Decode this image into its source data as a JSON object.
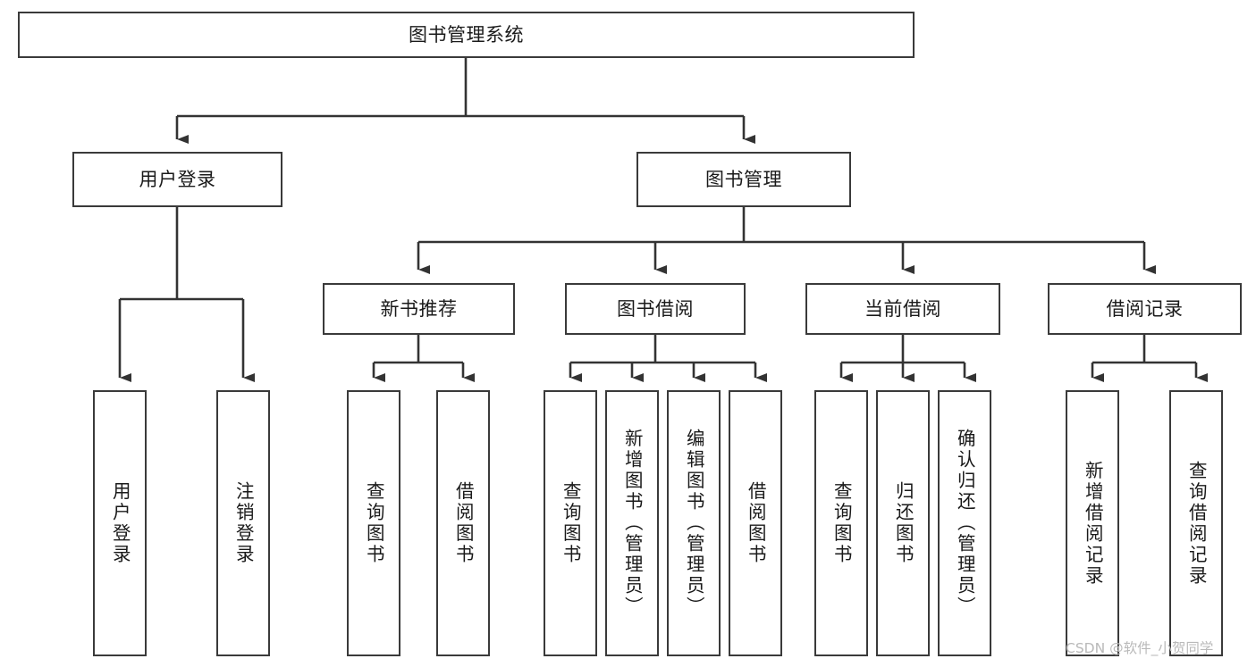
{
  "diagram": {
    "title": "图书管理系统",
    "type": "functional-structure-tree",
    "orientation": "top-down",
    "watermark": "CSDN @软件_小贺同学",
    "colors": {
      "background": "#ffffff",
      "box_border": "#3a3a3a",
      "box_fill": "#ffffff",
      "text": "#1a1a1a",
      "connector": "#333333",
      "watermark": "#b9b9b9"
    },
    "levels": {
      "level1": [
        "图书管理系统"
      ],
      "level2": [
        "用户登录",
        "图书管理"
      ],
      "level3": [
        "新书推荐",
        "图书借阅",
        "当前借阅",
        "借阅记录"
      ],
      "level4_leaves": [
        "用户登录",
        "注销登录",
        "查询图书",
        "借阅图书",
        "查询图书",
        "新增图书（管理员）",
        "编辑图书（管理员）",
        "借阅图书",
        "查询图书",
        "归还图书",
        "确认归还（管理员）",
        "新增借阅记录",
        "查询借阅记录"
      ]
    }
  },
  "nodes": {
    "root": {
      "label": "图书管理系统"
    },
    "user_login": {
      "label": "用户登录"
    },
    "book_mgmt": {
      "label": "图书管理"
    },
    "new_book_rec": {
      "label": "新书推荐"
    },
    "book_borrow": {
      "label": "图书借阅"
    },
    "current_borrow": {
      "label": "当前借阅"
    },
    "borrow_record": {
      "label": "借阅记录"
    },
    "leaf_user_login": {
      "label": "用户登录"
    },
    "leaf_user_logout": {
      "label": "注销登录"
    },
    "leaf_rec_query_book": {
      "label": "查询图书"
    },
    "leaf_rec_borrow_book": {
      "label": "借阅图书"
    },
    "leaf_borrow_query_book": {
      "label": "查询图书"
    },
    "leaf_borrow_add_book": {
      "label": "新增图书（管理员）"
    },
    "leaf_borrow_edit_book": {
      "label": "编辑图书（管理员）"
    },
    "leaf_borrow_borrow_book": {
      "label": "借阅图书"
    },
    "leaf_cur_query_book": {
      "label": "查询图书"
    },
    "leaf_cur_return_book": {
      "label": "归还图书"
    },
    "leaf_cur_confirm_return": {
      "label": "确认归还（管理员）"
    },
    "leaf_rdc_add_record": {
      "label": "新增借阅记录"
    },
    "leaf_rdc_query_record": {
      "label": "查询借阅记录"
    }
  }
}
